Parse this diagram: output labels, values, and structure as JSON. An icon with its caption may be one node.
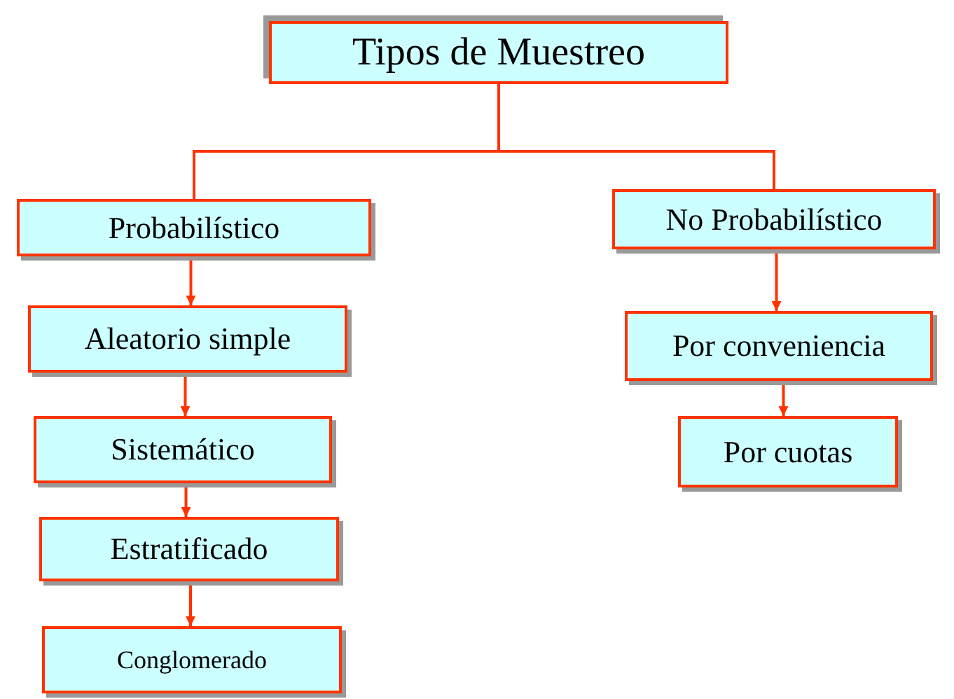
{
  "diagram": {
    "nodes": [
      {
        "text": [
          "Tipos de Muestreo"
        ]
      },
      {
        "text": [
          "Probabilístico"
        ]
      },
      {
        "text": [
          "Aleatorio simple"
        ]
      },
      {
        "text": [
          "Sistemático"
        ]
      },
      {
        "text": [
          "Estratificado"
        ]
      },
      {
        "text": [
          "Conglomerado"
        ]
      },
      {
        "text": [
          "No Probabilístico"
        ]
      },
      {
        "text": [
          "Por conveniencia"
        ]
      },
      {
        "text": [
          "Por cuotas"
        ]
      }
    ],
    "edges": [
      {
        "from": 0,
        "to": 1,
        "arrow": "none"
      },
      {
        "from": 0,
        "to": 6,
        "arrow": "none"
      },
      {
        "from": 1,
        "to": 2,
        "arrow": "to"
      },
      {
        "from": 2,
        "to": 3,
        "arrow": "to"
      },
      {
        "from": 3,
        "to": 4,
        "arrow": "to"
      },
      {
        "from": 4,
        "to": 5,
        "arrow": "to"
      },
      {
        "from": 6,
        "to": 7,
        "arrow": "to"
      },
      {
        "from": 7,
        "to": 8,
        "arrow": "to"
      }
    ]
  }
}
